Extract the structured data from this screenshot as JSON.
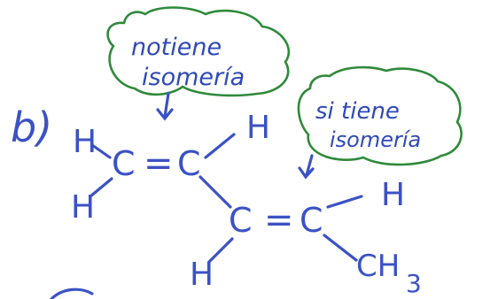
{
  "part_label": "b)",
  "bubbles": {
    "left": {
      "line1": "notiene",
      "line2": "isomería"
    },
    "right": {
      "line1": "si tiene",
      "line2": "isomería"
    }
  },
  "atoms": {
    "h_top_left": "H",
    "h_bottom_left": "H",
    "c1": "C",
    "c2": "C",
    "h_top_c2": "H",
    "c3": "C",
    "h_bottom_c3": "H",
    "c4": "C",
    "h_top_c4": "H",
    "ch3": "CH",
    "ch3_subscript": "3"
  },
  "bonds": {
    "double_1": "=",
    "double_2": "="
  },
  "colors": {
    "ink": "#3b52c4",
    "bubble_outline": "#2f8a3a"
  }
}
